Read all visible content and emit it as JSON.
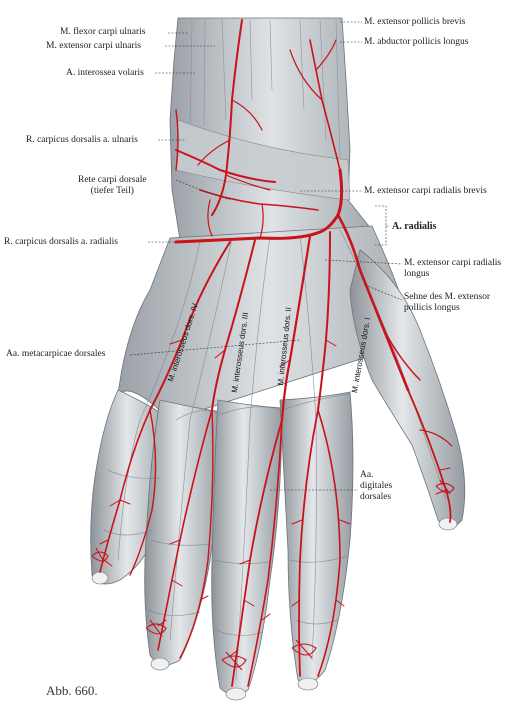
{
  "figure": {
    "caption": "Abb. 660.",
    "colors": {
      "artery": "#c8131b",
      "tendon": "#d9dde0",
      "muscle": "#b9bfc4",
      "shadow": "#8f969c",
      "leader": "#333333"
    }
  },
  "labels": {
    "flexor_carpi_ulnaris": "M. flexor carpi ulnaris",
    "extensor_carpi_ulnaris": "M. extensor carpi ulnaris",
    "interossea_volaris": "A. interossea volaris",
    "carpicus_dorsalis_ulnaris": "R. carpicus dorsalis a. ulnaris",
    "rete_carpi_dorsale": "Rete carpi dorsale\n(tiefer Teil)",
    "carpicus_dorsalis_radialis": "R. carpicus dorsalis a. radialis",
    "metacarpicae_dorsales": "Aa. metacarpicae dorsales",
    "extensor_pollicis_brevis": "M. extensor pollicis brevis",
    "abductor_pollicis_longus": "M. abductor pollicis longus",
    "extensor_carpi_radialis_brevis": "M. extensor carpi radialis brevis",
    "a_radialis": "A. radialis",
    "extensor_carpi_radialis_longus": "M. extensor carpi radialis\nlongus",
    "sehne_extensor_pollicis_longus": "Sehne des M. extensor\npollicis longus",
    "digitales_dorsales": "Aa.\ndigitales\ndorsales"
  },
  "muscle_labels": {
    "interosseus_iv": "M. interosseus dors. IV",
    "interosseus_iii": "M. interosseus dors. III",
    "interosseus_ii": "M. interosseus dors. II",
    "interosseus_i": "M. interosseus dors. I"
  }
}
